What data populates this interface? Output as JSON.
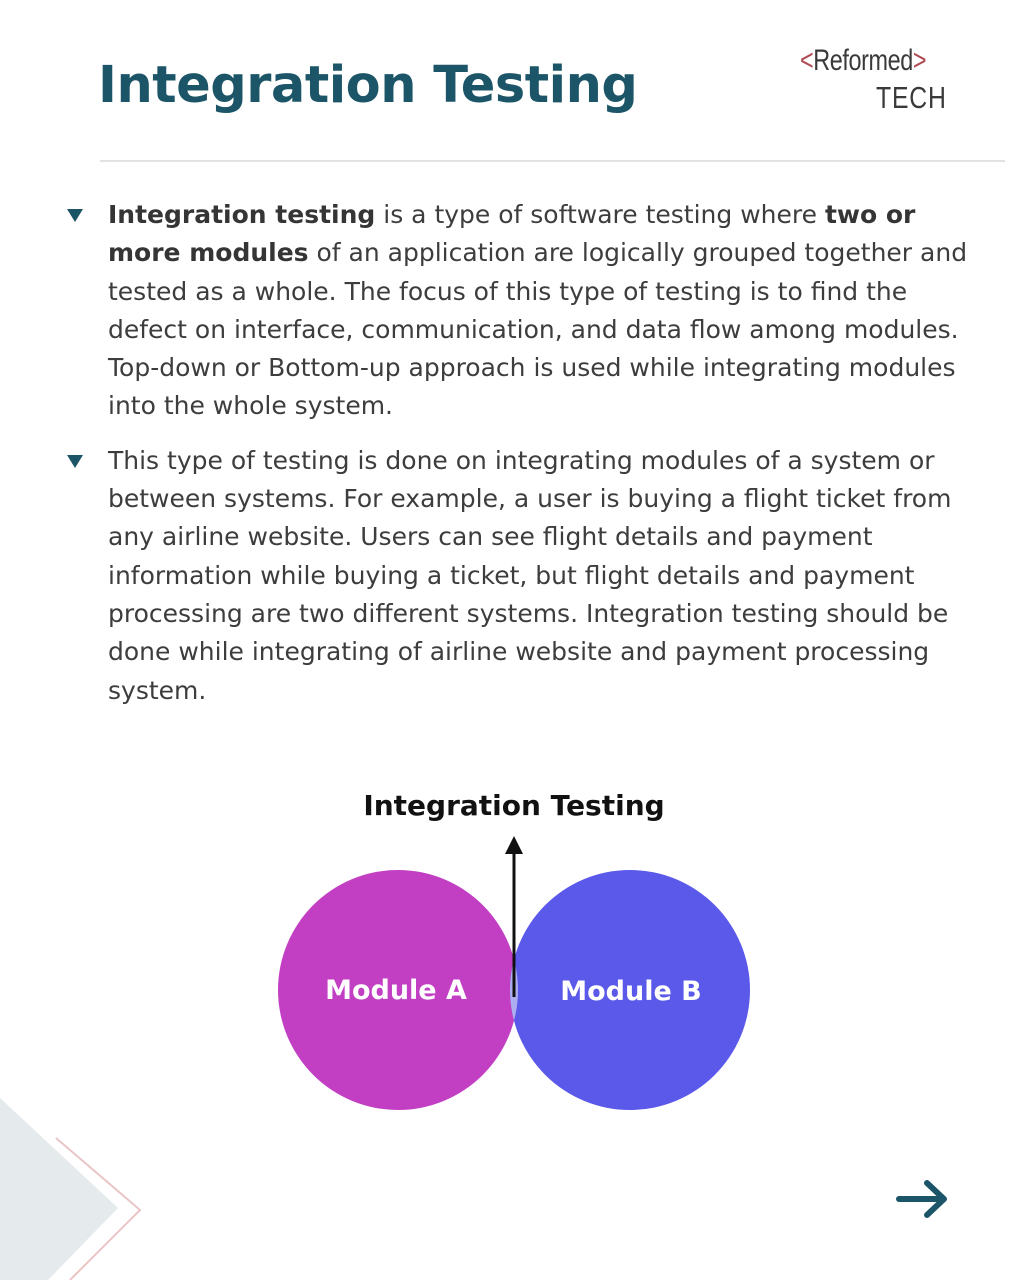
{
  "header": {
    "title": "Integration Testing",
    "logo": {
      "open_bracket": "<",
      "word": "Reformed",
      "close_bracket": ">",
      "sub": "TECH"
    }
  },
  "bullets": [
    {
      "parts": [
        {
          "text": "Integration testing",
          "bold": true
        },
        {
          "text": " is a type of software testing where ",
          "bold": false
        },
        {
          "text": "two or more modules",
          "bold": true
        },
        {
          "text": " of an application are logically grouped together and tested as a whole. The focus of this type of testing is to find the defect on interface, communication, and data flow among modules. Top-down or Bottom-up approach is used while integrating modules into the whole system.",
          "bold": false
        }
      ]
    },
    {
      "parts": [
        {
          "text": "This type of testing is done on integrating modules of a system or between systems. For example, a user is buying a flight ticket from any airline website. Users can see flight details and payment information while buying a ticket, but flight details and payment processing are two different systems. Integration testing should be done while integrating of airline website and payment processing system.",
          "bold": false
        }
      ]
    }
  ],
  "diagram": {
    "label": "Integration Testing",
    "module_a": "Module A",
    "module_b": "Module B"
  },
  "colors": {
    "title": "#1c5567",
    "module_a": "#c23fc4",
    "module_b": "#5a59ea",
    "overlap": "#adaef0",
    "logo_bracket": "#b04a52"
  },
  "navigation": {
    "next_icon": "arrow-right-icon"
  }
}
